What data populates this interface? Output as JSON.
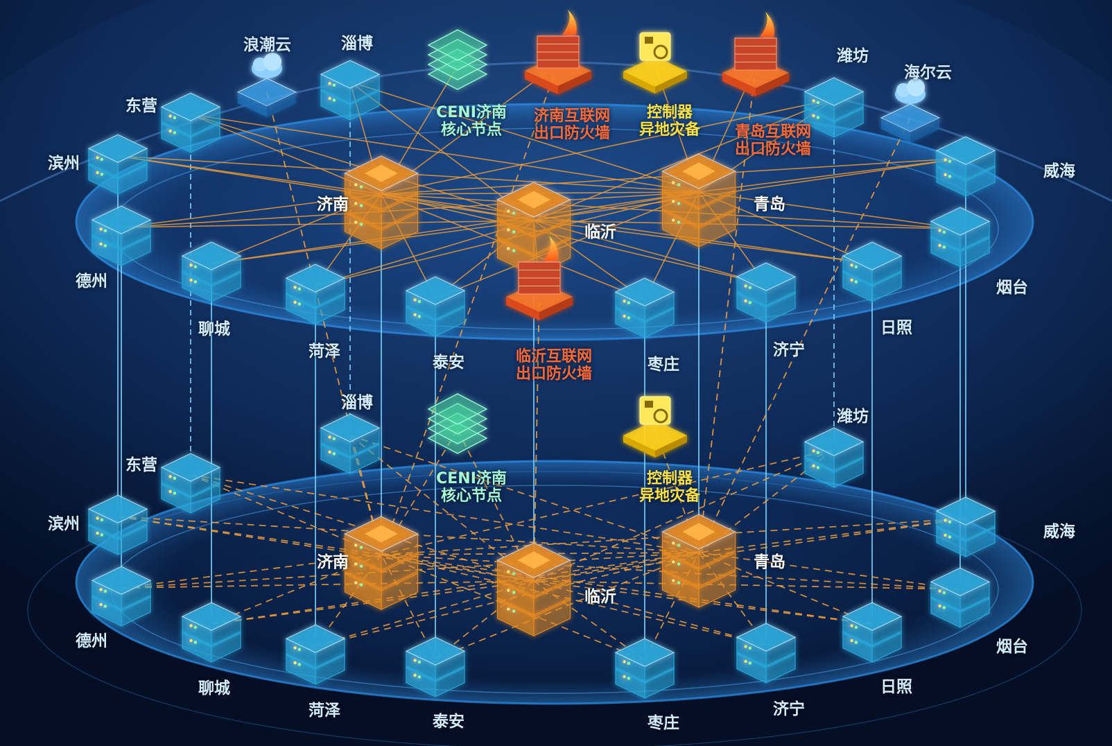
{
  "colors": {
    "background": "#06183a",
    "ring": "#2f8fe6",
    "server": "#2aa6d8",
    "core_server": "#e58a22",
    "solid_link": "#e89a3a",
    "dashed_link": "#f0a040",
    "vertical_link": "#7fd6ff",
    "ceni": "#48d8a0",
    "firewall": "#ff6a3d",
    "controller": "#ffd11a"
  },
  "nodes": {
    "top": {
      "dongying": "东营",
      "binzhou": "滨州",
      "dezhou": "德州",
      "liaocheng": "聊城",
      "heze": "菏泽",
      "taian": "泰安",
      "zaozhuang": "枣庄",
      "jining": "济宁",
      "rizhao": "日照",
      "yantai": "烟台",
      "weihai": "威海",
      "weifang": "潍坊",
      "zibo": "淄博",
      "jinan": "济南",
      "linyi": "临沂",
      "qingdao": "青岛",
      "langchao": "浪潮云",
      "haier": "海尔云",
      "ceni_l1": "CENI济南",
      "ceni_l2": "核心节点",
      "fw_jinan_l1": "济南互联网",
      "fw_jinan_l2": "出口防火墙",
      "ctl_l1": "控制器",
      "ctl_l2": "异地灾备",
      "fw_qingdao_l1": "青岛互联网",
      "fw_qingdao_l2": "出口防火墙",
      "fw_linyi_l1": "临沂互联网",
      "fw_linyi_l2": "出口防火墙"
    },
    "bottom": {
      "dongying": "东营",
      "binzhou": "滨州",
      "dezhou": "德州",
      "liaocheng": "聊城",
      "heze": "菏泽",
      "taian": "泰安",
      "zaozhuang": "枣庄",
      "jining": "济宁",
      "rizhao": "日照",
      "yantai": "烟台",
      "weihai": "威海",
      "weifang": "潍坊",
      "zibo": "淄博",
      "jinan": "济南",
      "linyi": "临沂",
      "qingdao": "青岛",
      "ceni_l1": "CENI济南",
      "ceni_l2": "核心节点",
      "ctl_l1": "控制器",
      "ctl_l2": "异地灾备"
    }
  }
}
